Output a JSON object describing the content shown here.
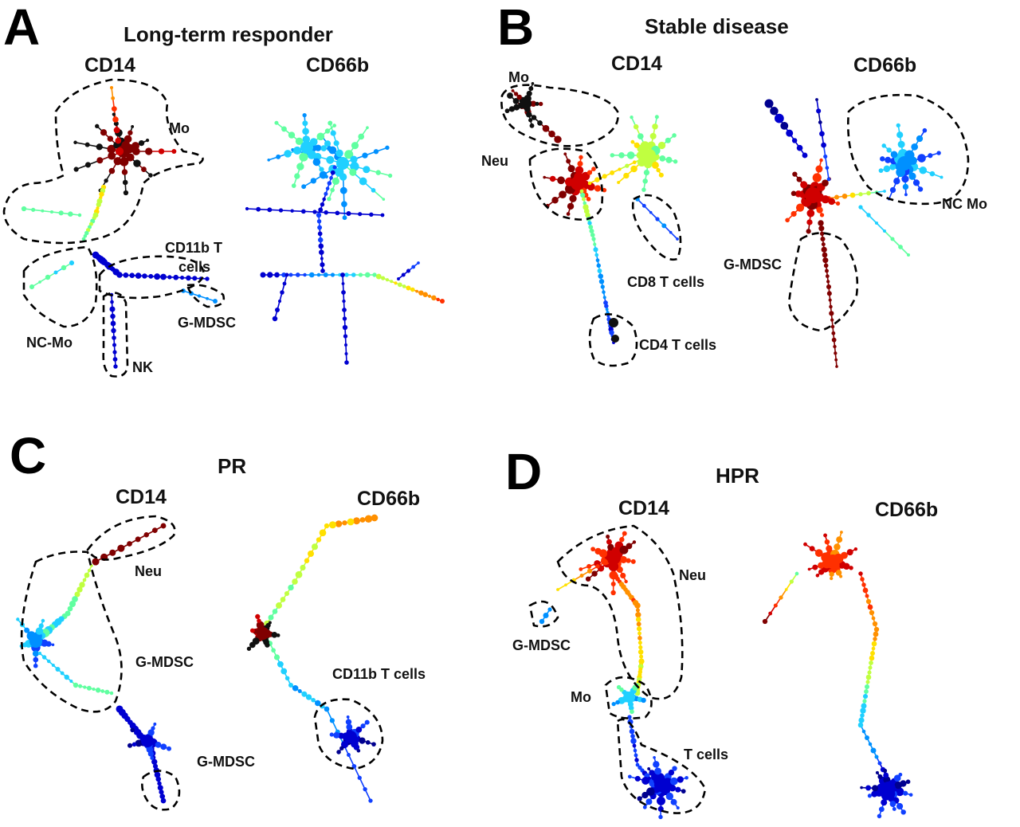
{
  "panels": [
    {
      "letter": "A",
      "title": "Long-term responder",
      "markers": [
        "CD14",
        "CD66b"
      ],
      "populations": [
        "Mo",
        "CD11b T",
        "cells",
        "NC-Mo",
        "G-MDSC",
        "NK"
      ]
    },
    {
      "letter": "B",
      "title": "Stable disease",
      "markers": [
        "CD14",
        "CD66b"
      ],
      "populations": [
        "Mo",
        "Neu",
        "CD8 T cells",
        "CD4 T cells",
        "G-MDSC",
        "NC Mo"
      ]
    },
    {
      "letter": "C",
      "title": "PR",
      "markers": [
        "CD14",
        "CD66b"
      ],
      "populations": [
        "Neu",
        "G-MDSC",
        "G-MDSC",
        "CD11b T cells"
      ]
    },
    {
      "letter": "D",
      "title": "HPR",
      "markers": [
        "CD14",
        "CD66b"
      ],
      "populations": [
        "Neu",
        "G-MDSC",
        "Mo",
        "T cells"
      ]
    }
  ],
  "colors": {
    "outline": "#000000",
    "edge": "#6aa0e0",
    "palette": [
      "#00008f",
      "#0000d0",
      "#1040ff",
      "#0090ff",
      "#20d0ff",
      "#60ffa0",
      "#c0ff40",
      "#ffe000",
      "#ff9000",
      "#ff3000",
      "#d00000",
      "#800000",
      "#101010"
    ]
  }
}
